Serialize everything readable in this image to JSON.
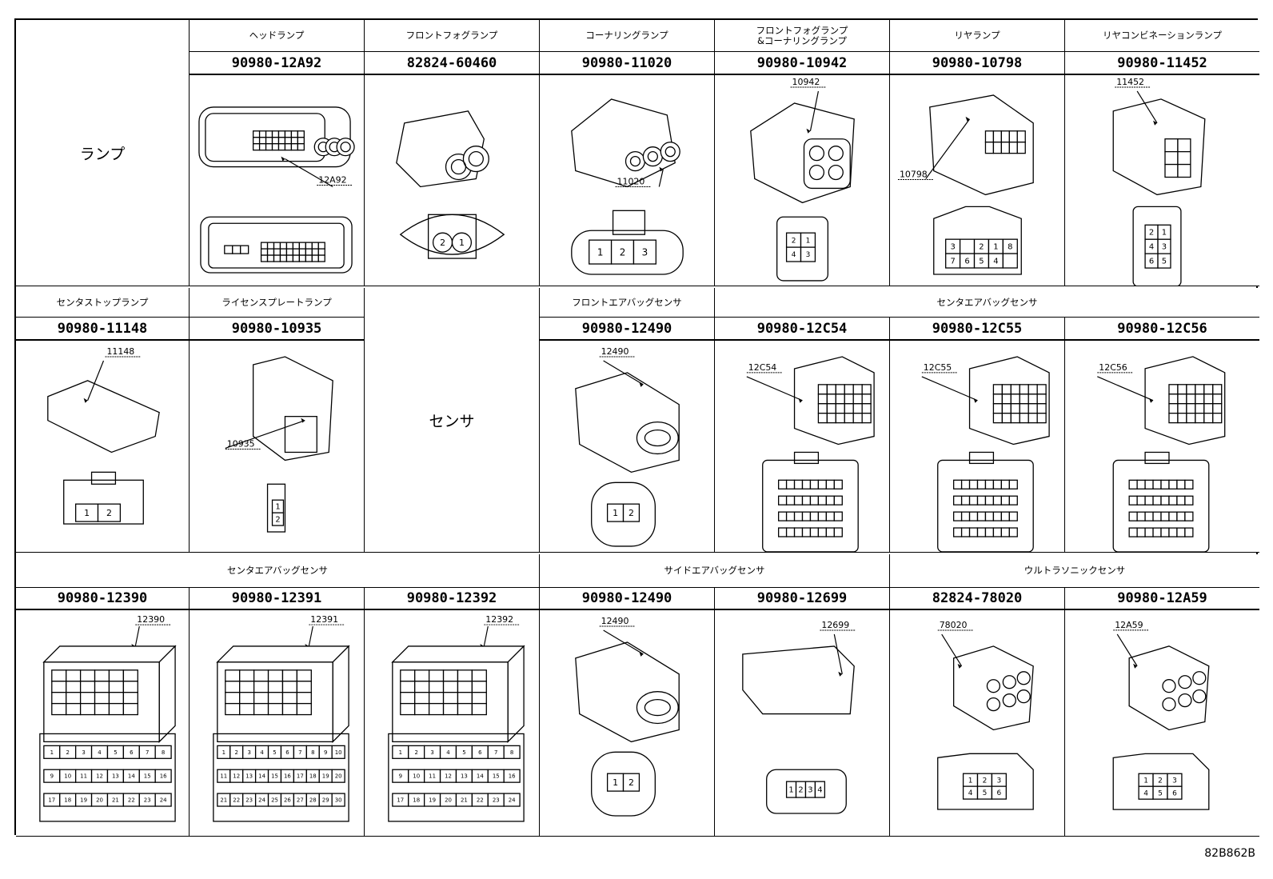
{
  "category_lamp": "ランプ",
  "category_sensor": "センサ",
  "drawing_code": "82B862B",
  "row1": [
    {
      "name": "ヘッドランプ",
      "part": "90980-12A92",
      "callout": "12A92",
      "type": "head"
    },
    {
      "name": "フロントフォグランプ",
      "part": "82824-60460",
      "callout": "",
      "type": "fog",
      "pins": [
        "2",
        "1"
      ]
    },
    {
      "name": "コーナリングランプ",
      "part": "90980-11020",
      "callout": "11020",
      "type": "corner",
      "pins": [
        "1",
        "2",
        "3"
      ]
    },
    {
      "name": "フロントフォグランプ\n&コーナリングランプ",
      "part": "90980-10942",
      "callout": "10942",
      "type": "quad",
      "pins": [
        "2",
        "1",
        "4",
        "3"
      ]
    },
    {
      "name": "リヤランプ",
      "part": "90980-10798",
      "callout": "10798",
      "type": "rear",
      "pins": [
        "3",
        "",
        "2",
        "1",
        "8",
        "7",
        "6",
        "5",
        "4"
      ]
    },
    {
      "name": "リヤコンビネーションランプ",
      "part": "90980-11452",
      "callout": "11452",
      "type": "combo",
      "pins": [
        "2",
        "1",
        "4",
        "3",
        "6",
        "5"
      ]
    }
  ],
  "row2_left": [
    {
      "name": "センタストップランプ",
      "part": "90980-11148",
      "callout": "11148",
      "type": "stop",
      "pins": [
        "1",
        "2"
      ]
    },
    {
      "name": "ライセンスプレートランプ",
      "part": "90980-10935",
      "callout": "10935",
      "type": "license",
      "pins": [
        "1",
        "2"
      ]
    }
  ],
  "row2_front": {
    "name": "フロントエアバッグセンサ",
    "part": "90980-12490",
    "callout": "12490",
    "type": "airbag",
    "pins": [
      "1",
      "2"
    ]
  },
  "row2_center_name": "センタエアバッグセンサ",
  "row2_center": [
    {
      "part": "90980-12C54",
      "callout": "12C54",
      "type": "multi"
    },
    {
      "part": "90980-12C55",
      "callout": "12C55",
      "type": "multi"
    },
    {
      "part": "90980-12C56",
      "callout": "12C56",
      "type": "multi"
    }
  ],
  "row3_center_name": "センタエアバッグセンサ",
  "row3_center": [
    {
      "part": "90980-12390",
      "callout": "12390",
      "type": "block24",
      "pins": [
        "1",
        "2",
        "3",
        "4",
        "5",
        "6",
        "7",
        "8",
        "9",
        "10",
        "11",
        "12",
        "13",
        "14",
        "15",
        "16",
        "17",
        "18",
        "19",
        "20",
        "21",
        "22",
        "23",
        "24"
      ]
    },
    {
      "part": "90980-12391",
      "callout": "12391",
      "type": "block30",
      "pins": [
        "1",
        "2",
        "3",
        "4",
        "5",
        "6",
        "7",
        "8",
        "9",
        "10",
        "11",
        "12",
        "13",
        "14",
        "15",
        "16",
        "17",
        "18",
        "19",
        "20",
        "21",
        "22",
        "23",
        "24",
        "25",
        "26",
        "27",
        "28",
        "29",
        "30"
      ]
    },
    {
      "part": "90980-12392",
      "callout": "12392",
      "type": "block24",
      "pins": [
        "1",
        "2",
        "3",
        "4",
        "5",
        "6",
        "7",
        "8",
        "9",
        "10",
        "11",
        "12",
        "13",
        "14",
        "15",
        "16",
        "17",
        "18",
        "19",
        "20",
        "21",
        "22",
        "23",
        "24"
      ]
    }
  ],
  "row3_side_name": "サイドエアバッグセンサ",
  "row3_side": [
    {
      "part": "90980-12490",
      "callout": "12490",
      "type": "airbag",
      "pins": [
        "1",
        "2"
      ]
    },
    {
      "part": "90980-12699",
      "callout": "12699",
      "type": "side4",
      "pins": [
        "1",
        "2",
        "3",
        "4"
      ]
    }
  ],
  "row3_ultra_name": "ウルトラソニックセンサ",
  "row3_ultra": [
    {
      "part": "82824-78020",
      "callout": "78020",
      "type": "ultra",
      "pins": [
        "1",
        "2",
        "3",
        "4",
        "5",
        "6"
      ]
    },
    {
      "part": "90980-12A59",
      "callout": "12A59",
      "type": "ultra",
      "pins": [
        "1",
        "2",
        "3",
        "4",
        "5",
        "6"
      ]
    }
  ]
}
